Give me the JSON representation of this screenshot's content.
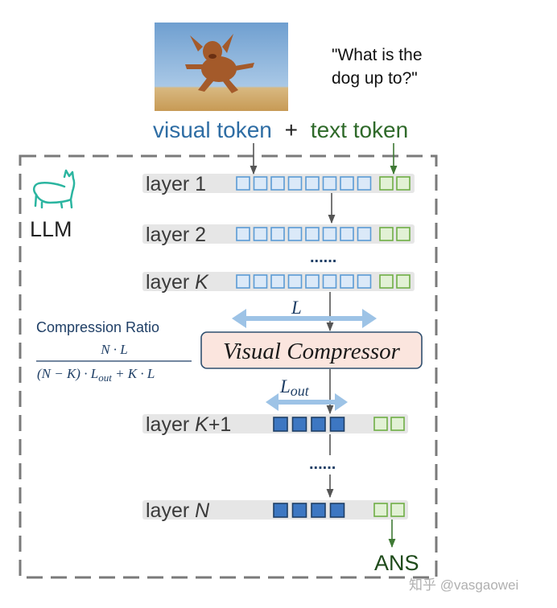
{
  "question": {
    "line1": "\"What is the",
    "line2": "dog up to?\""
  },
  "tokens": {
    "visual": "visual token",
    "plus": "+",
    "text": "text token"
  },
  "llm_label": "LLM",
  "layers": [
    {
      "prefix": "layer ",
      "index": "1",
      "italic": false,
      "visual_count": 8,
      "text_count": 2,
      "compressed": false
    },
    {
      "prefix": "layer ",
      "index": "2",
      "italic": false,
      "visual_count": 8,
      "text_count": 2,
      "compressed": false
    },
    {
      "prefix": "layer ",
      "index": "K",
      "italic": true,
      "visual_count": 8,
      "text_count": 2,
      "compressed": false
    },
    {
      "prefix": "layer ",
      "index": "K",
      "italic": true,
      "suffix": "+1",
      "visual_count": 4,
      "text_count": 2,
      "compressed": true
    },
    {
      "prefix": "layer ",
      "index": "N",
      "italic": true,
      "visual_count": 4,
      "text_count": 2,
      "compressed": true
    }
  ],
  "ellipsis": "......",
  "lengths": {
    "L": "L",
    "L_out_base": "L",
    "L_out_sub": "out"
  },
  "compressor_label": "Visual Compressor",
  "compression_ratio": {
    "title": "Compression Ratio",
    "numerator": "N · L",
    "denominator": "(N − K) · L",
    "denominator_sub": "out",
    "denominator_tail": " + K · L"
  },
  "answer": "ANS",
  "watermark": "知乎 @vasgaowei",
  "colors": {
    "visual_text": "#2e6da4",
    "text_token_text": "#2f6a2a",
    "visual_token_light": "#dbe9f8",
    "visual_token_light_border": "#5b9bd5",
    "visual_token_dark": "#3d77c2",
    "visual_token_dark_border": "#1f3f66",
    "text_token_fill": "#e2f1d5",
    "text_token_border": "#6fae45",
    "layer_bar": "#e6e6e6",
    "arrow_blue": "#9dc3e6",
    "compressor_fill": "#fbe5de",
    "compressor_border": "#2f4f6f",
    "llama_icon": "#2bb5a0"
  }
}
